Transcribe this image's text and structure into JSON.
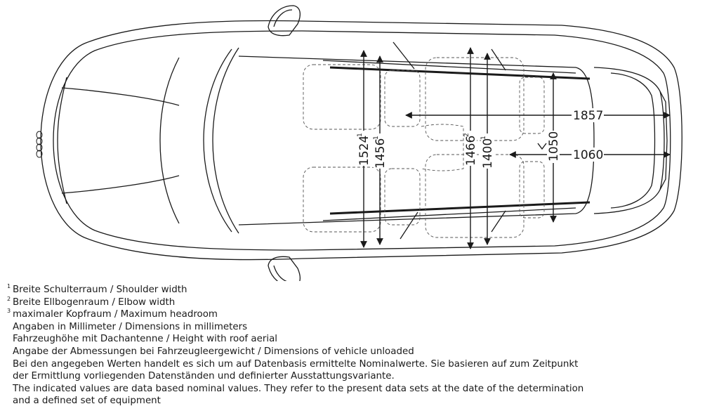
{
  "dimensions": {
    "front_shoulder": {
      "value": "1524",
      "ref": "1"
    },
    "front_elbow": {
      "value": "1456",
      "ref": "1"
    },
    "rear_shoulder": {
      "value": "1466",
      "ref": "2"
    },
    "rear_elbow": {
      "value": "1400",
      "ref": "1"
    },
    "rear_headroom": {
      "value": "1050"
    },
    "load_floor_length": {
      "value": "1857"
    },
    "load_floor_width": {
      "value": "1060"
    }
  },
  "footnotes": [
    {
      "mark": "1",
      "text": "Breite Schulterraum / Shoulder width"
    },
    {
      "mark": "2",
      "text": "Breite Ellbogenraum / Elbow width"
    },
    {
      "mark": "3",
      "text": "maximaler Kopfraum / Maximum headroom"
    }
  ],
  "notes": [
    "Angaben in Millimeter / Dimensions in millimeters",
    "Fahrzeughöhe mit Dachantenne / Height with roof aerial",
    "Angabe der Abmessungen bei Fahrzeugleergewicht / Dimensions of vehicle unloaded",
    "Bei den angegeben Werten handelt es sich um auf Datenbasis ermittelte Nominalwerte. Sie basieren auf zum Zeitpunkt",
    "der Ermittlung vorliegenden Datenständen und definierter Ausstattungsvariante.",
    "The indicated values are data based nominal values. They refer to the present data sets at the date of the determination",
    "and a defined set of equipment"
  ]
}
